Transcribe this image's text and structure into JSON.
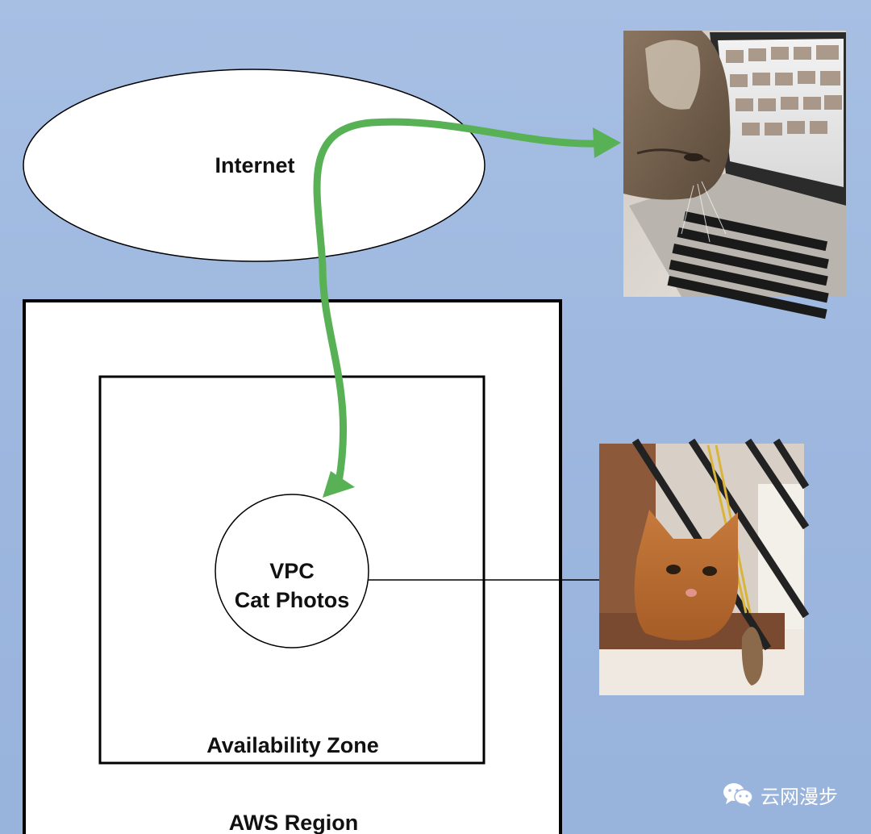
{
  "diagram": {
    "internet_label": "Internet",
    "vpc_label_line1": "VPC",
    "vpc_label_line2": "Cat Photos",
    "availability_zone_label": "Availability Zone",
    "region_label": "AWS Region",
    "connection_color": "#58b155",
    "photo_top_desc_icon": "cat-on-laptop-photo",
    "photo_bottom_desc_icon": "orange-cat-photo"
  },
  "watermark": {
    "text": "云网漫步",
    "icon": "wechat-icon"
  }
}
